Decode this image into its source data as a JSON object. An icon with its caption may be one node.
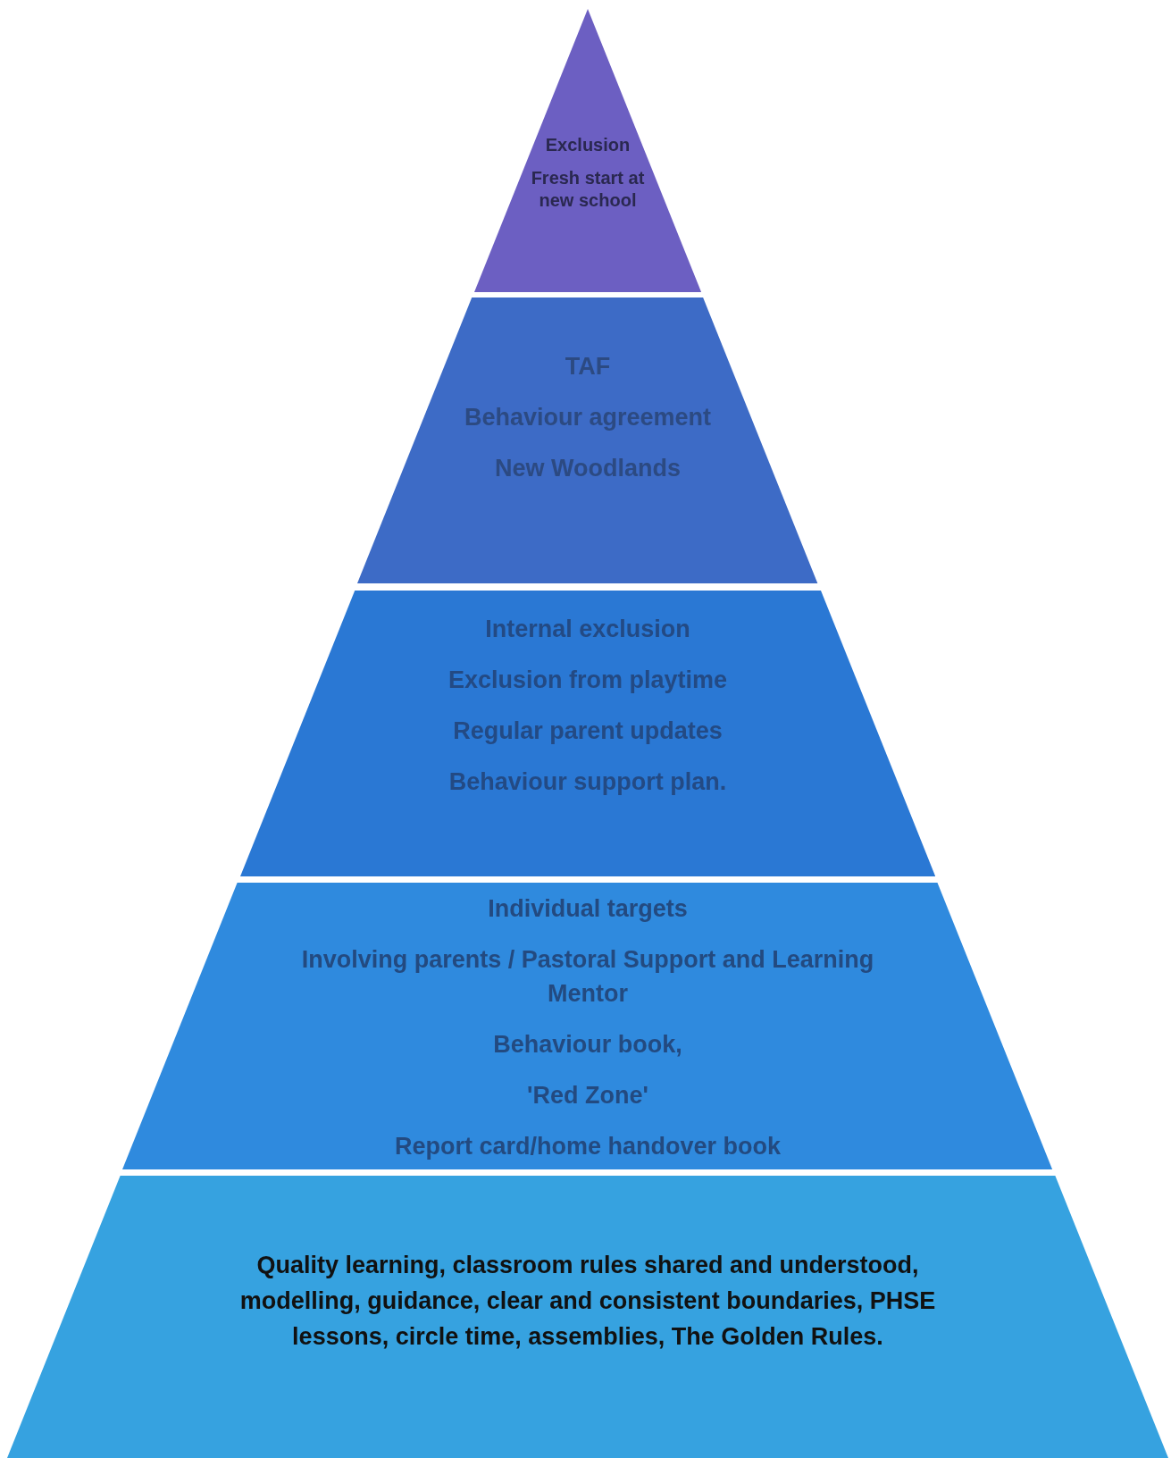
{
  "diagram": {
    "nodes": [
      {
        "text": [
          "Exclusion",
          "Fresh start at new school"
        ]
      },
      {
        "text": [
          "TAF",
          "Behaviour agreement",
          "New Woodlands"
        ]
      },
      {
        "text": [
          "Internal exclusion",
          "Exclusion from playtime",
          "Regular parent updates",
          "Behaviour support plan."
        ]
      },
      {
        "text": [
          "Individual targets",
          "Involving parents / Pastoral Support and Learning Mentor",
          "Behaviour book,",
          "'Red Zone'",
          "Report card/home handover book"
        ]
      },
      {
        "text": [
          "Quality learning, classroom rules shared and understood, modelling, guidance, clear and consistent boundaries, PHSE lessons, circle time, assemblies, The Golden Rules."
        ]
      }
    ]
  }
}
